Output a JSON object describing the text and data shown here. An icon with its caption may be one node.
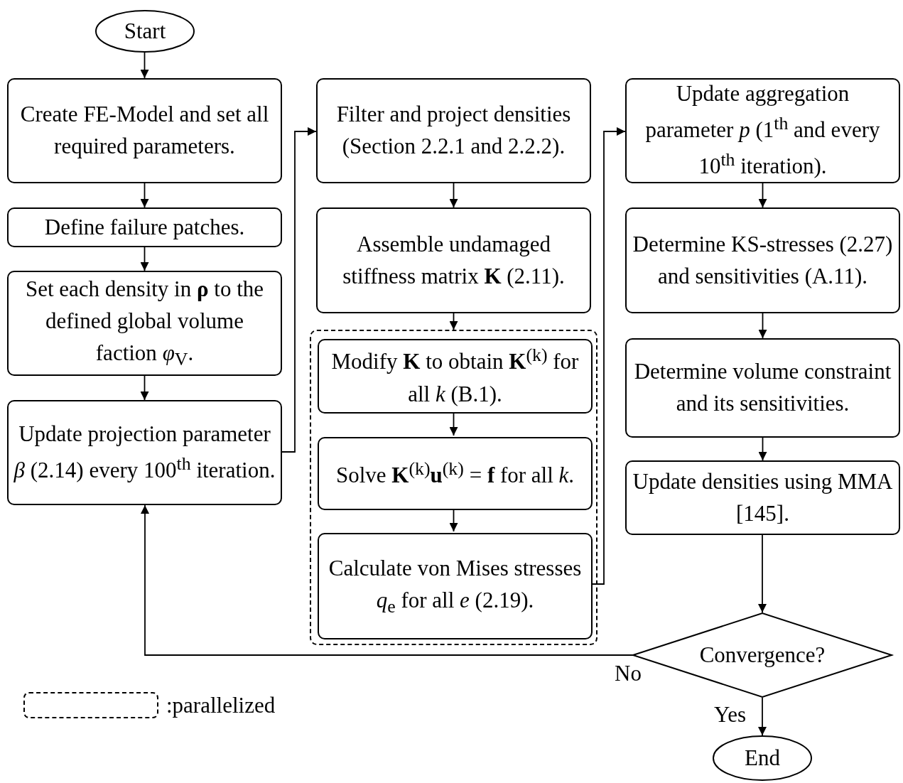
{
  "diagram": {
    "nodes": [
      {
        "text": [
          "Start"
        ]
      },
      {
        "text": [
          "Create FE-Model and set all required parameters."
        ]
      },
      {
        "text": [
          "Define failure patches."
        ]
      },
      {
        "text": [
          "Set each density in **ρ** to the defined global volume faction *φ*$_{V}$."
        ]
      },
      {
        "text": [
          "Update projection parameter *β* (2.14) every 100$^{th}$ iteration."
        ]
      },
      {
        "text": [
          "Filter and project densities (Section 2.2.1 and 2.2.2)."
        ]
      },
      {
        "text": [
          "Assemble undamaged stiffness matrix **K** (2.11)."
        ]
      },
      {
        "text": [],
        "shape": "box"
      },
      {
        "text": [
          "Modify **K** to obtain **K**$^{(k)}$ for all *k* (B.1)."
        ],
        "in": 7
      },
      {
        "text": [
          "Solve **K**$^{(k)}$**u**$^{(k)}$ = **f** for all *k*."
        ],
        "in": 7
      },
      {
        "text": [
          "Calculate von Mises stresses *q*$_{e}$ for all *e* (2.19)."
        ],
        "in": 7
      },
      {
        "text": [
          "Update aggregation parameter *p* (1$^{th}$ and every 10$^{th}$ iteration)."
        ]
      },
      {
        "text": [
          "Determine KS-stresses (2.27) and sensitivities (A.11)."
        ]
      },
      {
        "text": [
          "Determine volume constraint and its sensitivities."
        ]
      },
      {
        "text": [
          "Update densities using MMA [145]."
        ]
      },
      {
        "text": [
          "Convergence?"
        ]
      },
      {
        "text": [
          "End"
        ]
      }
    ],
    "edges": [
      {
        "from": 0,
        "to": 1,
        "arrow": "to"
      },
      {
        "from": 1,
        "to": 2,
        "arrow": "to"
      },
      {
        "from": 2,
        "to": 3,
        "arrow": "to"
      },
      {
        "from": 3,
        "to": 4,
        "arrow": "to"
      },
      {
        "from": 4,
        "to": 5,
        "arrow": "to"
      },
      {
        "from": 5,
        "to": 6,
        "arrow": "to"
      },
      {
        "from": 6,
        "to": 7,
        "arrow": "to"
      },
      {
        "from": 8,
        "to": 9,
        "arrow": "to"
      },
      {
        "from": 9,
        "to": 10,
        "arrow": "to"
      },
      {
        "from": 10,
        "to": 11,
        "arrow": "to"
      },
      {
        "from": 11,
        "to": 12,
        "arrow": "to"
      },
      {
        "from": 12,
        "to": 13,
        "arrow": "to"
      },
      {
        "from": 13,
        "to": 14,
        "arrow": "to"
      },
      {
        "from": 14,
        "to": 15,
        "arrow": "to"
      },
      {
        "from": 15,
        "to": 4,
        "arrow": "to",
        "label": "No"
      },
      {
        "from": 15,
        "to": 16,
        "arrow": "to",
        "label": "Yes"
      }
    ],
    "legend": [
      {
        "text": ":parallelized"
      }
    ]
  }
}
